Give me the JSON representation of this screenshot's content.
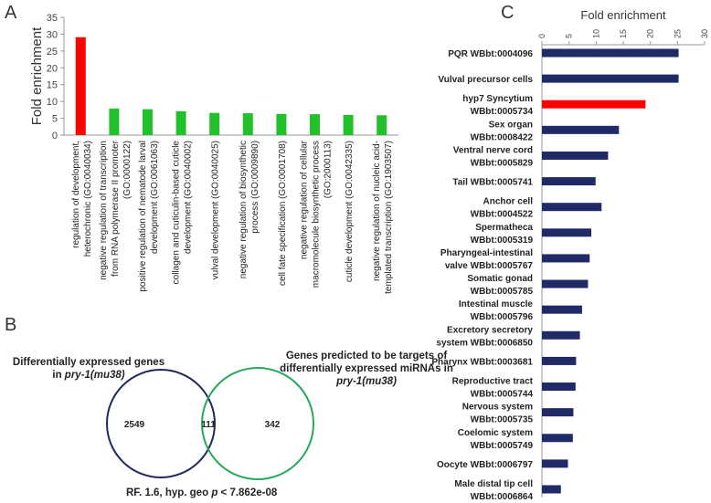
{
  "panels": {
    "a": "A",
    "b": "B",
    "c": "C"
  },
  "colors": {
    "green": "#22c02b",
    "red": "#ff0000",
    "navy": "#1f2a66",
    "venn_left": "#1f2a5c",
    "venn_right": "#27a85a",
    "axis": "#999999"
  },
  "chart_data": [
    {
      "type": "bar",
      "panel": "A",
      "ylabel": "Fold enrichment",
      "ylim": [
        0,
        35
      ],
      "yticks": [
        0,
        5,
        10,
        15,
        20,
        25,
        30,
        35
      ],
      "grid": false,
      "categories": [
        "regulation of development, heterochronic (GO:0040034)",
        "negative regulation of transcription from RNA polymerase II promoter (GO:0000122)",
        "positive regulation of nematode larval development (GO:0061063)",
        "collagen and cuticulin-based cuticle development (GO:0040002)",
        "vulval development (GO:0040025)",
        "negative regulation of biosynthetic process (GO:0009890)",
        "cell fate specification (GO:0001708)",
        "negative regulation of cellular macromolecule biosynthetic process (GO:2000113)",
        "cuticle development (GO:0042335)",
        "negative regulation of nucleic acid-templated transcription (GO:1903507)"
      ],
      "category_lines": [
        [
          "regulation of development,",
          "heterochronic (GO:0040034)"
        ],
        [
          "negative regulation of transcription",
          "from RNA polymerase II promoter",
          "(GO:0000122)"
        ],
        [
          "positive regulation of nematode larval",
          "development (GO:0061063)"
        ],
        [
          "collagen and cuticulin-based cuticle",
          "development (GO:0040002)"
        ],
        [
          "vulval development (GO:0040025)"
        ],
        [
          "negative regulation of biosynthetic",
          "process (GO:0009890)"
        ],
        [
          "cell fate specification (GO:0001708)"
        ],
        [
          "negative regulation of cellular",
          "macromolecule biosynthetic process",
          "(GO:2000113)"
        ],
        [
          "cuticle development (GO:0042335)"
        ],
        [
          "negative regulation of nucleic acid-",
          "templated transcription (GO:1903507)"
        ]
      ],
      "values": [
        29.1,
        7.9,
        7.7,
        7.1,
        6.6,
        6.5,
        6.3,
        6.2,
        6.0,
        5.9
      ],
      "bar_colors": [
        "#ff0000",
        "#22c02b",
        "#22c02b",
        "#22c02b",
        "#22c02b",
        "#22c02b",
        "#22c02b",
        "#22c02b",
        "#22c02b",
        "#22c02b"
      ]
    },
    {
      "type": "bar",
      "orientation": "horizontal",
      "panel": "C",
      "xlabel": "Fold enrichment",
      "xlim": [
        0,
        30
      ],
      "xticks": [
        0,
        5,
        10,
        15,
        20,
        25,
        30
      ],
      "axis_position": "top",
      "grid": false,
      "categories": [
        "PQR WBbt:0004096",
        "Vulval precursor cells",
        "hyp7 Syncytium WBbt:0005734",
        "Sex organ WBbt:0008422",
        "Ventral nerve cord WBbt:0005829",
        "Tail WBbt:0005741",
        "Anchor cell WBbt:0004522",
        "Spermatheca WBbt:0005319",
        "Pharyngeal-intestinal valve WBbt:0005767",
        "Somatic gonad WBbt:0005785",
        "Intestinal muscle WBbt:0005796",
        "Excretory secretory system WBbt:0006850",
        "Pharynx WBbt:0003681",
        "Reproductive tract WBbt:0005744",
        "Nervous system WBbt:0005735",
        "Coelomic system WBbt:0005749",
        "Oocyte WBbt:0006797",
        "Male distal tip cell WBbt:0006864"
      ],
      "category_lines": [
        [
          "PQR WBbt:0004096"
        ],
        [
          "Vulval precursor cells"
        ],
        [
          "hyp7 Syncytium",
          "WBbt:0005734"
        ],
        [
          "Sex organ",
          "WBbt:0008422"
        ],
        [
          "Ventral nerve cord",
          "WBbt:0005829"
        ],
        [
          "Tail WBbt:0005741"
        ],
        [
          "Anchor cell",
          "WBbt:0004522"
        ],
        [
          "Spermatheca",
          "WBbt:0005319"
        ],
        [
          "Pharyngeal-intestinal",
          "valve WBbt:0005767"
        ],
        [
          "Somatic gonad",
          "WBbt:0005785"
        ],
        [
          "Intestinal muscle",
          "WBbt:0005796"
        ],
        [
          "Excretory secretory",
          "system WBbt:0006850"
        ],
        [
          "Pharynx WBbt:0003681"
        ],
        [
          "Reproductive tract",
          "WBbt:0005744"
        ],
        [
          "Nervous system",
          "WBbt:0005735"
        ],
        [
          "Coelomic system",
          "WBbt:0005749"
        ],
        [
          "Oocyte WBbt:0006797"
        ],
        [
          "Male distal tip cell",
          "WBbt:0006864"
        ]
      ],
      "values": [
        25.2,
        25.2,
        19.1,
        14.2,
        12.2,
        9.9,
        11.0,
        9.1,
        8.8,
        8.5,
        7.4,
        7.0,
        6.3,
        6.2,
        5.8,
        5.7,
        4.8,
        3.5
      ],
      "bar_colors": [
        "#1f2a66",
        "#1f2a66",
        "#ff0000",
        "#1f2a66",
        "#1f2a66",
        "#1f2a66",
        "#1f2a66",
        "#1f2a66",
        "#1f2a66",
        "#1f2a66",
        "#1f2a66",
        "#1f2a66",
        "#1f2a66",
        "#1f2a66",
        "#1f2a66",
        "#1f2a66",
        "#1f2a66",
        "#1f2a66"
      ]
    }
  ],
  "venn": {
    "left_label_plain": "Differentially expressed genes in ",
    "left_label_italic": "pry-1(mu38)",
    "right_label_plain": "Genes predicted to be targets of differentially expressed miRNAs in ",
    "right_label_italic": "pry-1(mu38)",
    "left_only": "2549",
    "overlap": "111",
    "right_only": "342",
    "footer_pre": "RF. 1.6, hyp. geo ",
    "footer_italic": "p",
    "footer_post": " < 7.862e-08"
  }
}
